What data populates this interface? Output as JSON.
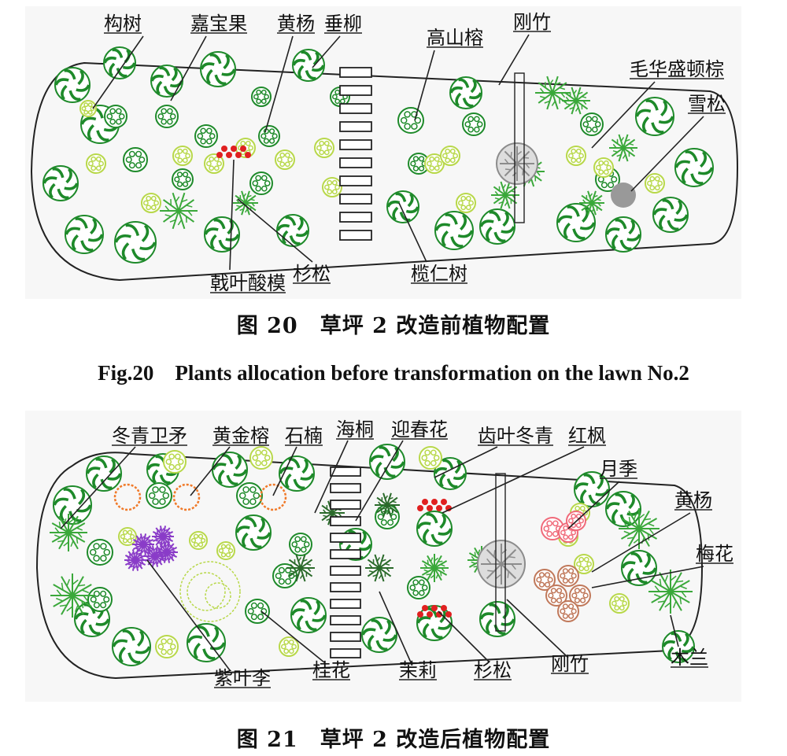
{
  "figures": [
    {
      "caption_cn": "图 20　草坪 2 改造前植物配置",
      "caption_en": "Fig.20　Plants allocation before transformation on the lawn No.2",
      "labels": [
        "构树",
        "嘉宝果",
        "黄杨",
        "垂柳",
        "高山榕",
        "刚竹",
        "毛华盛顿棕",
        "雪松",
        "戟叶酸模",
        "杉松",
        "榄仁树"
      ]
    },
    {
      "caption_cn": "图 21　草坪 2 改造后植物配置",
      "labels": [
        "冬青卫矛",
        "黄金榕",
        "石楠",
        "海桐",
        "迎春花",
        "齿叶冬青",
        "红枫",
        "月季",
        "黄杨",
        "梅花",
        "木兰",
        "紫叶李",
        "桂花",
        "茉莉",
        "杉松",
        "刚竹"
      ]
    }
  ],
  "colors": {
    "dark_green": "#1e8a2a",
    "mid_green": "#3aa83a",
    "light_green": "#b8d84a",
    "orange": "#f07a2a",
    "purple": "#8a3cc8",
    "red": "#e02020",
    "pink": "#f06a7a",
    "brown": "#c0785a",
    "gray": "#8c8c8c"
  }
}
